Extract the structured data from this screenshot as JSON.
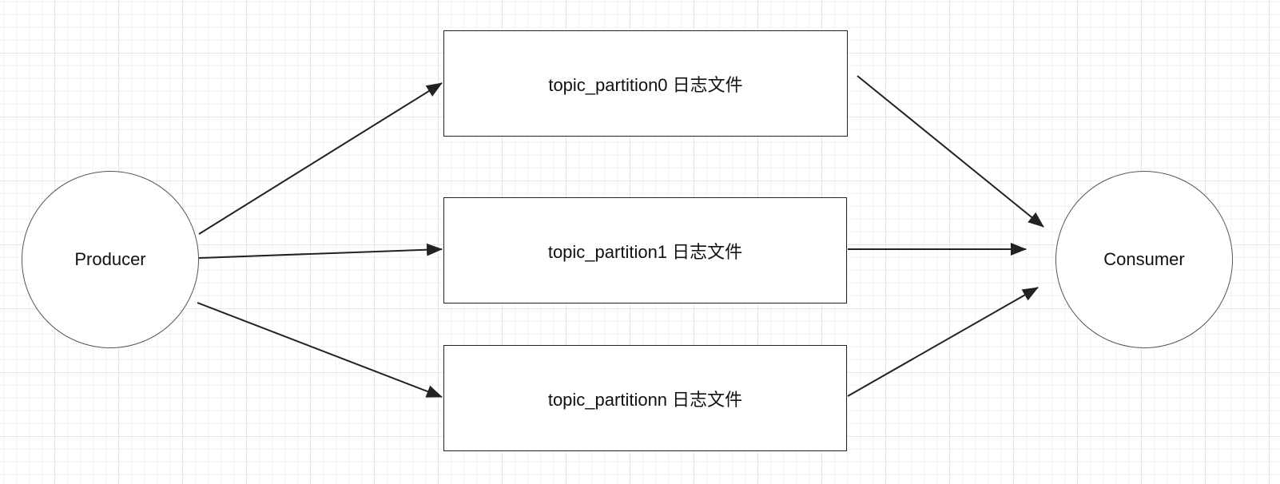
{
  "nodes": {
    "producer": {
      "label": "Producer"
    },
    "consumer": {
      "label": "Consumer"
    },
    "partitions": [
      {
        "label": "topic_partition0 日志文件"
      },
      {
        "label": "topic_partition1 日志文件"
      },
      {
        "label": "topic_partitionn 日志文件"
      }
    ]
  },
  "edges": [
    {
      "from": "Producer",
      "to": "topic_partition0 日志文件"
    },
    {
      "from": "Producer",
      "to": "topic_partition1 日志文件"
    },
    {
      "from": "Producer",
      "to": "topic_partitionn 日志文件"
    },
    {
      "from": "topic_partition0 日志文件",
      "to": "Consumer"
    },
    {
      "from": "topic_partition1 日志文件",
      "to": "Consumer"
    },
    {
      "from": "topic_partitionn 日志文件",
      "to": "Consumer"
    }
  ],
  "colors": {
    "grid_major": "#e3e3f3",
    "grid_minor": "#f1f1fa",
    "stroke": "#222222",
    "circle_stroke": "#555555"
  }
}
